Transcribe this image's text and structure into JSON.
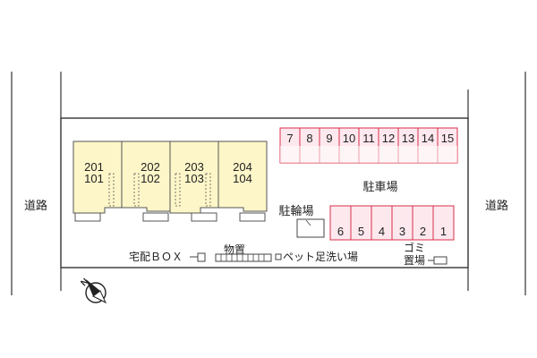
{
  "colors": {
    "unit_fill": "#fdf6c8",
    "parking_fill": "#fde8ee",
    "parking_stroke": "#d8304a",
    "line": "#333333"
  },
  "road": {
    "left_label": "道路",
    "right_label": "道路"
  },
  "units": [
    {
      "upper": "201",
      "lower": "101"
    },
    {
      "upper": "202",
      "lower": "102"
    },
    {
      "upper": "203",
      "lower": "103"
    },
    {
      "upper": "204",
      "lower": "104"
    }
  ],
  "parking": {
    "label": "駐車場",
    "row_top": [
      "7",
      "8",
      "9",
      "10",
      "11",
      "12",
      "13",
      "14",
      "15"
    ],
    "row_bottom": [
      "6",
      "5",
      "4",
      "3",
      "2",
      "1"
    ]
  },
  "bicycle_parking": {
    "label": "駐輪場"
  },
  "delivery_box": {
    "label": "宅配ＢＯＸ"
  },
  "storage": {
    "label": "物置"
  },
  "pet_wash": {
    "label": "ペット足洗い場"
  },
  "garbage": {
    "label_line1": "ゴミ",
    "label_line2": "置場"
  },
  "compass": {
    "label": "N",
    "icon": "north-arrow-icon"
  }
}
